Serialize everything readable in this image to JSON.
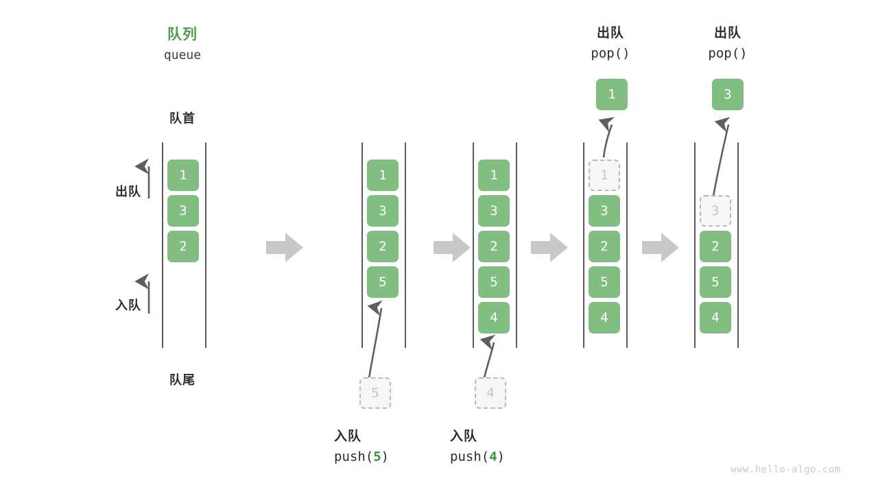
{
  "meta": {
    "watermark": "www.hello-algo.com",
    "colors": {
      "element_fill": "#82bd82",
      "element_text": "#ffffff",
      "ghost_fill": "#f6f6f6",
      "ghost_border": "#b9b9b9",
      "ghost_text": "#c6c6c6",
      "title_green": "#4e9c4e",
      "code_green": "#3f8f41",
      "rail": "#5a5a5a",
      "arrow": "#5f5d5d",
      "transition_arrow": "#c8c8c8",
      "watermark_color": "#c9c9c9"
    }
  },
  "header": {
    "title_cn": "队列",
    "title_en": "queue"
  },
  "legend": {
    "front_label": "队首",
    "rear_label": "队尾",
    "dequeue_label": "出队",
    "enqueue_label": "入队"
  },
  "panels": [
    {
      "id": "initial",
      "caption_cn": "",
      "caption_code": "",
      "cells": [
        "1",
        "3",
        "2"
      ],
      "incoming": null,
      "outgoing": null,
      "ghost_index": null
    },
    {
      "id": "push-5",
      "caption_cn": "入队",
      "caption_code_prefix": "push(",
      "caption_code_value": "5",
      "caption_code_suffix": ")",
      "cells": [
        "1",
        "3",
        "2",
        "5"
      ],
      "incoming": "5",
      "outgoing": null,
      "ghost_index": null
    },
    {
      "id": "push-4",
      "caption_cn": "入队",
      "caption_code_prefix": "push(",
      "caption_code_value": "4",
      "caption_code_suffix": ")",
      "cells": [
        "1",
        "3",
        "2",
        "5",
        "4"
      ],
      "incoming": "4",
      "outgoing": null,
      "ghost_index": null
    },
    {
      "id": "pop-1",
      "caption_cn": "出队",
      "caption_code_prefix": "pop(",
      "caption_code_value": "",
      "caption_code_suffix": ")",
      "cells": [
        "1",
        "3",
        "2",
        "5",
        "4"
      ],
      "incoming": null,
      "outgoing": "1",
      "ghost_index": 0
    },
    {
      "id": "pop-3",
      "caption_cn": "出队",
      "caption_code_prefix": "pop(",
      "caption_code_value": "",
      "caption_code_suffix": ")",
      "cells": [
        "3",
        "2",
        "5",
        "4"
      ],
      "incoming": null,
      "outgoing": "3",
      "ghost_index": 0
    }
  ]
}
